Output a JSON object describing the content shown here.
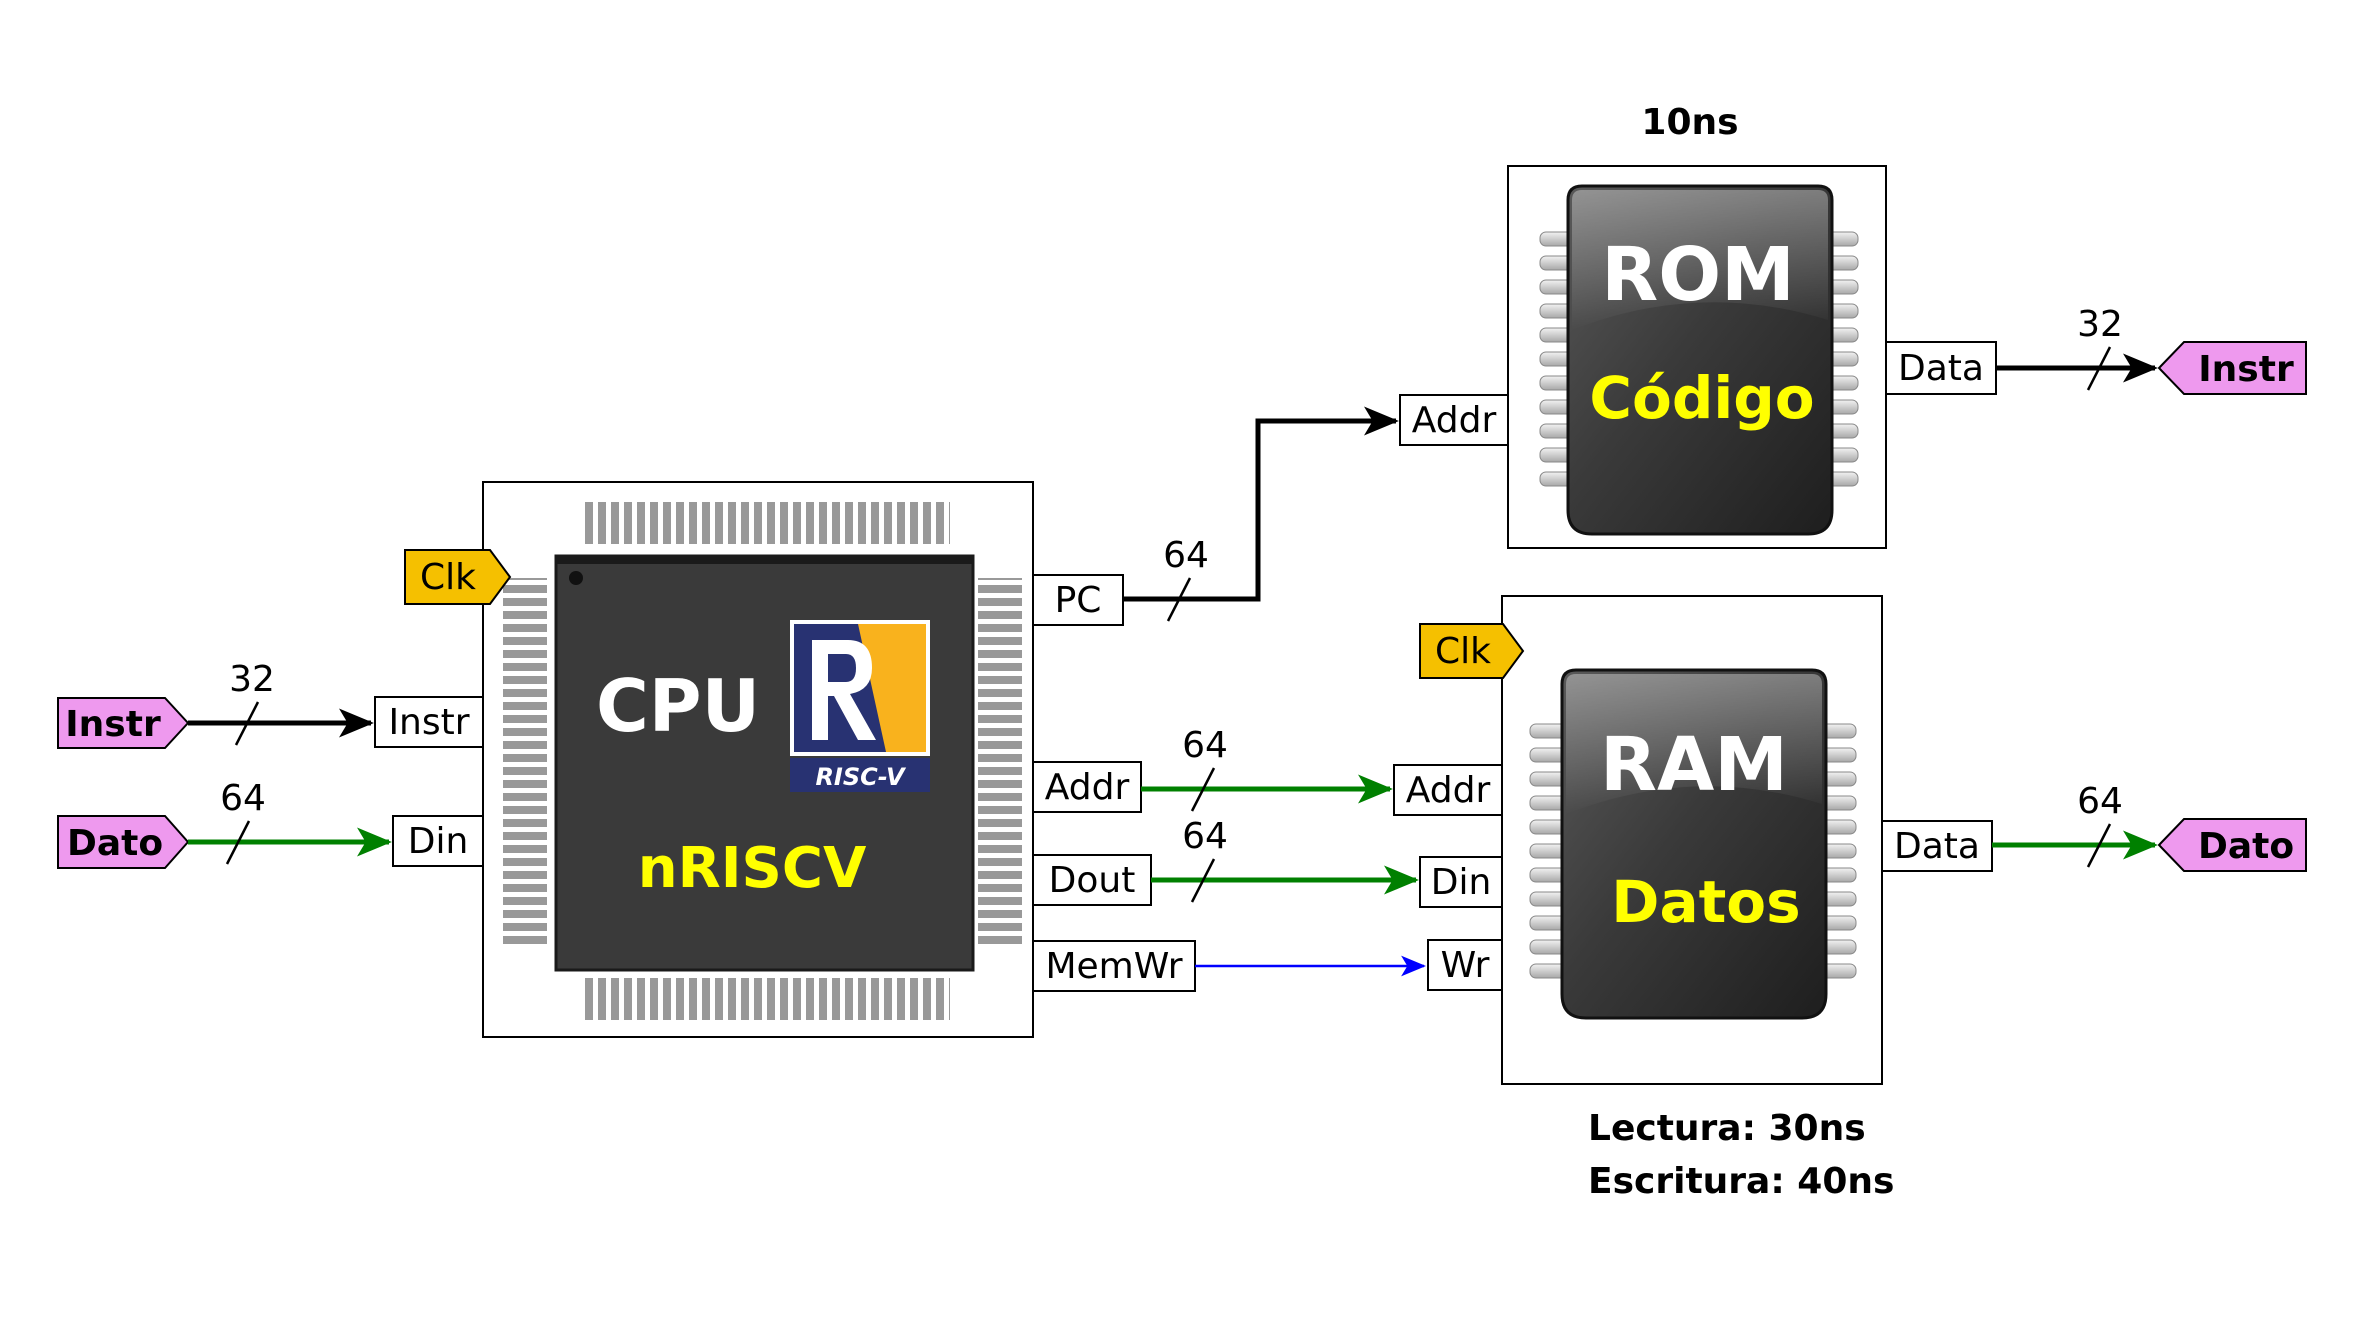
{
  "cpu": {
    "title": "CPU",
    "name": "nRISCV",
    "logo_text": "RISC-V",
    "ports_left": {
      "clk": "Clk",
      "instr": "Instr",
      "din": "Din"
    },
    "ports_right": {
      "pc": "PC",
      "addr": "Addr",
      "dout": "Dout",
      "memwr": "MemWr"
    }
  },
  "rom": {
    "timing": "10ns",
    "title": "ROM",
    "subtitle": "Código",
    "port_in": "Addr",
    "port_out": "Data"
  },
  "ram": {
    "title": "RAM",
    "subtitle": "Datos",
    "clk": "Clk",
    "ports_in": {
      "addr": "Addr",
      "din": "Din",
      "wr": "Wr"
    },
    "port_out": "Data",
    "timing_read": "Lectura: 30ns",
    "timing_write": "Escritura: 40ns"
  },
  "io": {
    "instr_in": "Instr",
    "dato_in": "Dato",
    "instr_out": "Instr",
    "dato_out": "Dato"
  },
  "buses": {
    "instr_in_width": "32",
    "dato_in_width": "64",
    "pc_width": "64",
    "addr_width": "64",
    "dout_width": "64",
    "rom_data_width": "32",
    "ram_data_width": "64"
  },
  "colors": {
    "io_tag": "#ee99ee",
    "clk_tag": "#f5c000",
    "bus_black": "#000000",
    "bus_green": "#008000",
    "signal_blue": "#0000ff",
    "chip_label_yellow": "#ffff00"
  },
  "icons": [
    "cpu-chip-icon",
    "rom-chip-icon",
    "ram-chip-icon",
    "risc-v-logo-icon"
  ]
}
